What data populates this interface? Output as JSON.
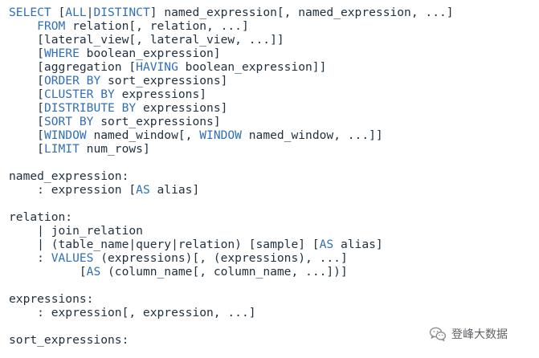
{
  "code": {
    "lines": [
      [
        {
          "t": "SELECT",
          "k": 1
        },
        {
          "t": " [",
          "k": 0
        },
        {
          "t": "ALL",
          "k": 1
        },
        {
          "t": "|",
          "k": 0
        },
        {
          "t": "DISTINCT",
          "k": 1
        },
        {
          "t": "] named_expression[, named_expression, ...]",
          "k": 0
        }
      ],
      [
        {
          "t": "    ",
          "k": 0
        },
        {
          "t": "FROM",
          "k": 1
        },
        {
          "t": " relation[, relation, ...]",
          "k": 0
        }
      ],
      [
        {
          "t": "    [lateral_view[, lateral_view, ...]]",
          "k": 0
        }
      ],
      [
        {
          "t": "    [",
          "k": 0
        },
        {
          "t": "WHERE",
          "k": 1
        },
        {
          "t": " boolean_expression]",
          "k": 0
        }
      ],
      [
        {
          "t": "    [aggregation [",
          "k": 0
        },
        {
          "t": "HAVING",
          "k": 1
        },
        {
          "t": " boolean_expression]]",
          "k": 0
        }
      ],
      [
        {
          "t": "    [",
          "k": 0
        },
        {
          "t": "ORDER BY",
          "k": 1
        },
        {
          "t": " sort_expressions]",
          "k": 0
        }
      ],
      [
        {
          "t": "    [",
          "k": 0
        },
        {
          "t": "CLUSTER BY",
          "k": 1
        },
        {
          "t": " expressions]",
          "k": 0
        }
      ],
      [
        {
          "t": "    [",
          "k": 0
        },
        {
          "t": "DISTRIBUTE BY",
          "k": 1
        },
        {
          "t": " expressions]",
          "k": 0
        }
      ],
      [
        {
          "t": "    [",
          "k": 0
        },
        {
          "t": "SORT BY",
          "k": 1
        },
        {
          "t": " sort_expressions]",
          "k": 0
        }
      ],
      [
        {
          "t": "    [",
          "k": 0
        },
        {
          "t": "WINDOW",
          "k": 1
        },
        {
          "t": " named_window[, ",
          "k": 0
        },
        {
          "t": "WINDOW",
          "k": 1
        },
        {
          "t": " named_window, ...]]",
          "k": 0
        }
      ],
      [
        {
          "t": "    [",
          "k": 0
        },
        {
          "t": "LIMIT",
          "k": 1
        },
        {
          "t": " num_rows]",
          "k": 0
        }
      ],
      [],
      [
        {
          "t": "named_expression:",
          "k": 0
        }
      ],
      [
        {
          "t": "    : expression [",
          "k": 0
        },
        {
          "t": "AS",
          "k": 1
        },
        {
          "t": " alias]",
          "k": 0
        }
      ],
      [],
      [
        {
          "t": "relation:",
          "k": 0
        }
      ],
      [
        {
          "t": "    | join_relation",
          "k": 0
        }
      ],
      [
        {
          "t": "    | (table_name|query|relation) [sample] [",
          "k": 0
        },
        {
          "t": "AS",
          "k": 1
        },
        {
          "t": " alias]",
          "k": 0
        }
      ],
      [
        {
          "t": "    : ",
          "k": 0
        },
        {
          "t": "VALUES",
          "k": 1
        },
        {
          "t": " (expressions)[, (expressions), ...]",
          "k": 0
        }
      ],
      [
        {
          "t": "          [",
          "k": 0
        },
        {
          "t": "AS",
          "k": 1
        },
        {
          "t": " (column_name[, column_name, ...])]",
          "k": 0
        }
      ],
      [],
      [
        {
          "t": "expressions:",
          "k": 0
        }
      ],
      [
        {
          "t": "    : expression[, expression, ...]",
          "k": 0
        }
      ],
      [],
      [
        {
          "t": "sort_expressions:",
          "k": 0
        }
      ]
    ]
  },
  "watermark": {
    "icon": "wechat-icon",
    "text": "登峰大数据"
  },
  "colors": {
    "keyword": "#2f6fb8",
    "text": "#1f2f3d",
    "background": "#ffffff"
  }
}
